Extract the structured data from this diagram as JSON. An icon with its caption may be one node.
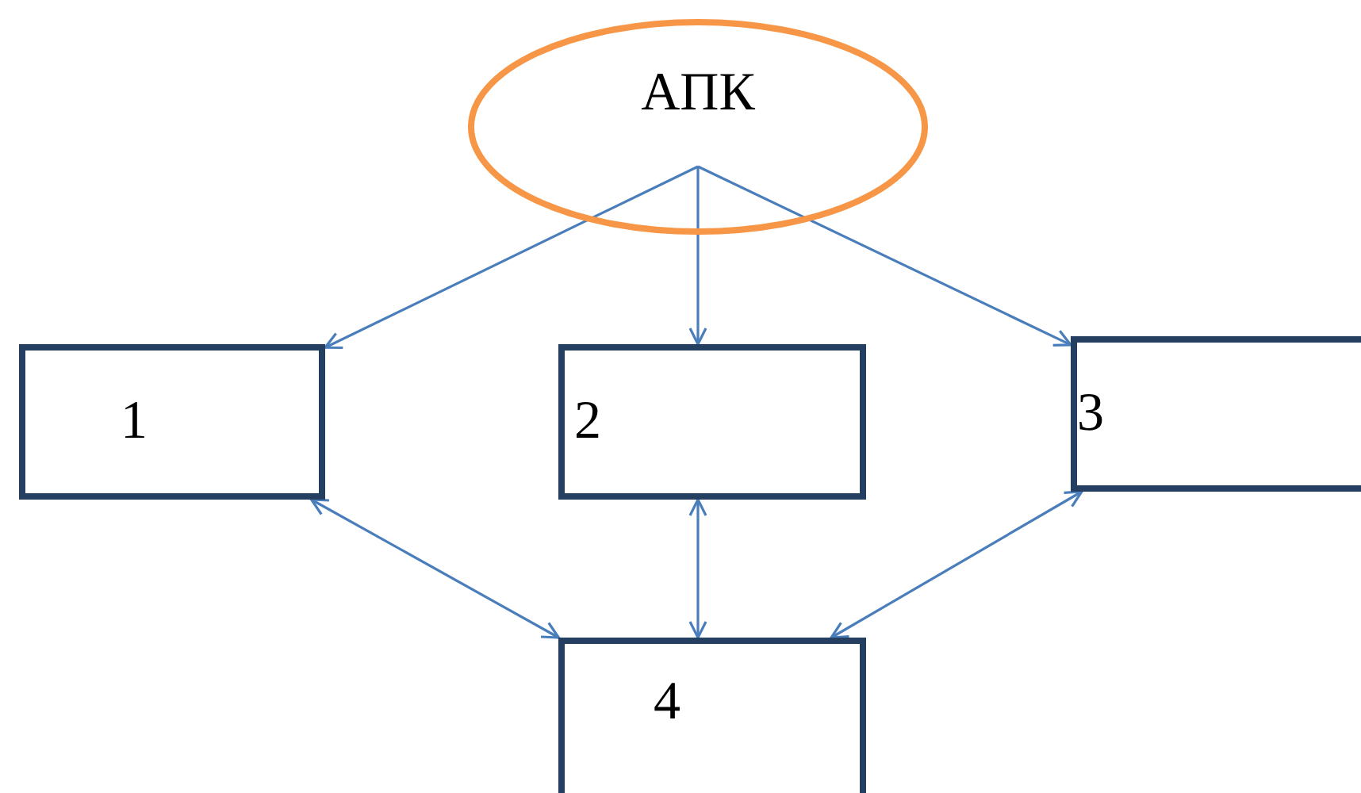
{
  "diagram": {
    "nodes": [
      {
        "text": [
          "АПК"
        ]
      },
      {
        "text": [
          "1"
        ]
      },
      {
        "text": [
          "2"
        ]
      },
      {
        "text": [
          "3"
        ]
      },
      {
        "text": [
          "4"
        ]
      }
    ],
    "edges": [
      {
        "from": 0,
        "to": 1,
        "arrow": "to"
      },
      {
        "from": 0,
        "to": 2,
        "arrow": "to"
      },
      {
        "from": 0,
        "to": 3,
        "arrow": "to"
      },
      {
        "from": 1,
        "to": 4,
        "arrow": "both"
      },
      {
        "from": 2,
        "to": 4,
        "arrow": "both"
      },
      {
        "from": 3,
        "to": 4,
        "arrow": "both"
      }
    ]
  }
}
